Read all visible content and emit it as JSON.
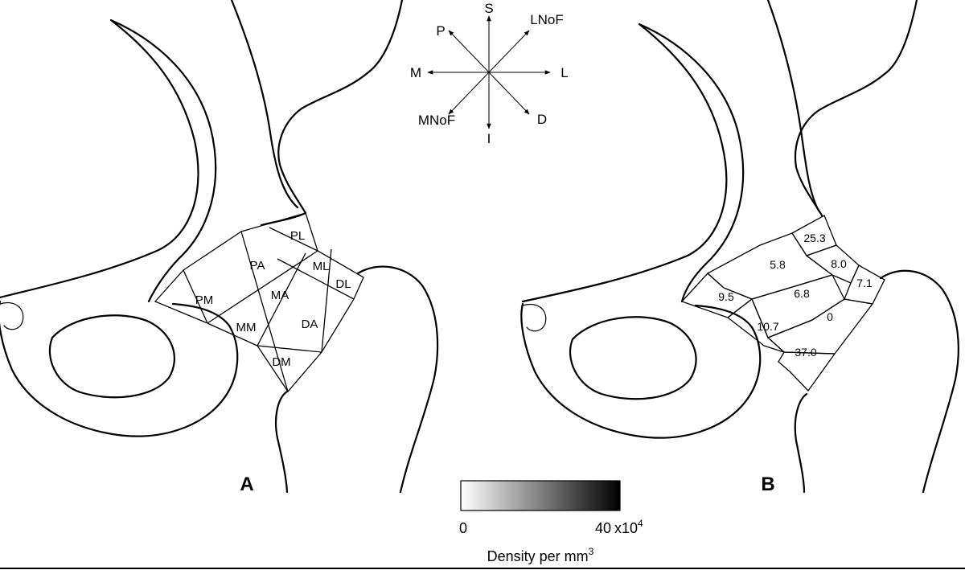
{
  "orientation": {
    "superior": "S",
    "inferior": "I",
    "medial": "M",
    "lateral": "L",
    "posterior": "P",
    "distal": "D",
    "lateral_neck_of_femur": "LNoF",
    "medial_neck_of_femur": "MNoF"
  },
  "panel_a": {
    "label": "A",
    "regions": {
      "pl": "PL",
      "pa": "PA",
      "ml": "ML",
      "ma": "MA",
      "dl": "DL",
      "pm": "PM",
      "mm": "MM",
      "da": "DA",
      "dm": "DM"
    }
  },
  "panel_b": {
    "label": "B",
    "densities": {
      "pl": "25.3",
      "pa": "5.8",
      "ml": "8.0",
      "ma": "6.8",
      "dl": "7.1",
      "pm": "9.5",
      "mm": "10.7",
      "da": "0",
      "dm": "37.0"
    },
    "density_values": {
      "pl": 25.3,
      "pa": 5.8,
      "ml": 8.0,
      "ma": 6.8,
      "dl": 7.1,
      "pm": 9.5,
      "mm": 10.7,
      "da": 0,
      "dm": 37.0
    }
  },
  "colorbar": {
    "min_label": "0",
    "max_label": "40",
    "multiplier": "x10",
    "exponent": "4",
    "title": "Density per mm",
    "title_superscript": "3",
    "min": 0,
    "max": 40,
    "low_color": "#ffffff",
    "high_color": "#000000"
  }
}
